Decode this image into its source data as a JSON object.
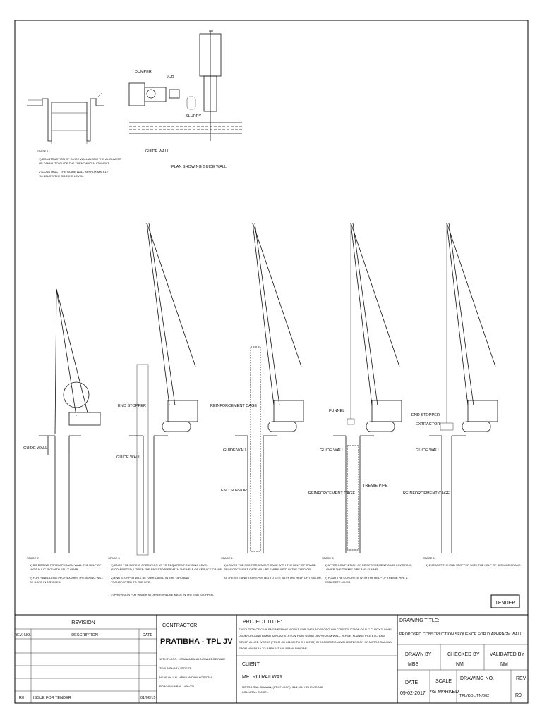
{
  "top_plan": {
    "labels": {
      "dumper": "DUMPER",
      "job": "JOB",
      "slurry": "SLURRY",
      "guide_wall": "GUIDE WALL",
      "plan_title": "PLAN SHOWING GUIDE WALL"
    },
    "stage1_title": "STAGE 1 :",
    "stage1_notes": [
      "1) CONSTRUCTION OF GUIDE WALL ALONG THE ALIGNMENT",
      "   OF D/WALL TO GUIDE THE TRENCHING ALIGNMENT",
      "2) CONSTRUCT THE GUIDE WALL APPROXIMATELY",
      "   1M BELOW THE GROUND LEVEL."
    ]
  },
  "stages": [
    {
      "title": "STAGE 2 :",
      "labels": [
        "GUIDE WALL"
      ],
      "notes": [
        "1) DO BORING FOR DIAPHRAGM WALL THE HELP OF",
        "   HYDRAULIC RIG WITH KELLY GRAB.",
        "2) FOR PANEL LENGTH OF 4000mm, TRENCHING WILL",
        "   BE DONE IN 3 STAGES."
      ]
    },
    {
      "title": "STAGE 3 :",
      "labels": [
        "END STOPPER",
        "GUIDE WALL"
      ],
      "notes": [
        "1) ONCE THE BORING OPERATION UP TO REQUIRED FOUNDING LEVEL",
        "   IS COMPLETED, LOWER THE END STOPPER WITH THE HELP OF SERVICE CRANE.",
        "2) END STOPPER WILL BE FABRICATED IN THE YARD AND",
        "   TRANSPORTED TO THE SITE.",
        "3) PROVISION FOR WATER STOPPER WILL BE MADE IN THE END STOPPER."
      ]
    },
    {
      "title": "STAGE 4 :",
      "labels": [
        "REINFORCEMENT CAGE",
        "GUIDE WALL",
        "END SUPPORT"
      ],
      "notes": [
        "1) LOWER THE REINFORCEMENT CAGE WITH THE HELP OF CRANE.",
        "   REINFORCEMENT CAGE WILL BE FABRICATED IN THE YARD OR",
        "   AT THE SITE AND TRANSPORTED TO SITE WITH THE HELP OF TRAILOR."
      ]
    },
    {
      "title": "STAGE 5 :",
      "labels": [
        "FUNNEL",
        "GUIDE WALL",
        "REINFORCEMENT CAGE",
        "TREMIE PIPE"
      ],
      "notes": [
        "1) AFTER COMPLETION OF REINFORCEMENT CAGE LOWERING,",
        "   LOWER THE TREMIE PIPE AND FUNNEL.",
        "2) POUR THE CONCRETE WITH THE HELP OF TREMIE PIPE &",
        "   CONCRETE MIXER."
      ]
    },
    {
      "title": "STAGE 6 :",
      "labels": [
        "END STOPPER",
        "EXTRACTOR",
        "GUIDE WALL",
        "REINFORCEMENT CAGE"
      ],
      "notes": [
        "1) EXTRACT THE END STOPPER WITH THE HELP OF SERVICE CRANE."
      ]
    }
  ],
  "tender_stamp": "TENDER",
  "title_block": {
    "revision": {
      "heading": "REVISION",
      "col_rev": "REV. NO.",
      "col_desc": "DESCRIPTION",
      "col_date": "DATE",
      "rows": [
        {
          "rev": "R0",
          "desc": "ISSUE FOR TENDER",
          "date": "01/06/15"
        }
      ]
    },
    "contractor": {
      "heading": "CONTRACTOR",
      "name": "PRATIBHA - TPL JV",
      "address": [
        "11TH FLOOR, HIRANANDANI KNOWLEDGE PARK",
        "TECHNOLOGY STREET,",
        "NEAR Dr. L.H. HIRANANDANI HOSPITAL",
        "POWAI MUMBAI – 400 076."
      ]
    },
    "project": {
      "heading": "PROJECT TITLE:",
      "text": [
        "EXECUTION OF CIVIL ENGINEERING WORKS FOR THE UNDERGROUND CONSTRUCTION OF R.C.C. BOX TUNNEL",
        "UNDERGROUND BIMAN BANDAR STATION YARD USING DIAPHRAGM WALL, H-PILE, PLUNGE PILE ETC. AND",
        "OTHER ALLIED WORKS (FROM CH 641.1M TO CH 6873M) IN CONNECTION WITH EXTENSION OF METRO RAILWAY",
        "FROM NOAPARA TO BARASAT VIA BIMAN BANDAR."
      ]
    },
    "client": {
      "heading": "CLIENT",
      "name": "METRO RAILWAY",
      "address": [
        "METRO RAIL BHAVAN, (6TH FLOOR), 33/1, J.L. NEHRU ROAD",
        "KOLKATA – 700 071."
      ]
    },
    "drawing": {
      "title_label": "DRAWING TITLE:",
      "title": "PROPOSED CONSTRUCTION SEQUENCE FOR DIAPHRAGM WALL",
      "drawn_by_label": "DRAWN BY",
      "drawn_by": "MBS",
      "checked_by_label": "CHECKED BY",
      "checked_by": "NM",
      "validated_by_label": "VALIDATED BY",
      "validated_by": "NM",
      "date_label": "DATE",
      "date": "09-02-2017",
      "scale_label": "SCALE",
      "scale": "AS MARKED",
      "number_label": "DRAWING NO.",
      "number": "TPL/KOL/TN/002",
      "rev_label": "REV.",
      "rev": "R0"
    }
  }
}
